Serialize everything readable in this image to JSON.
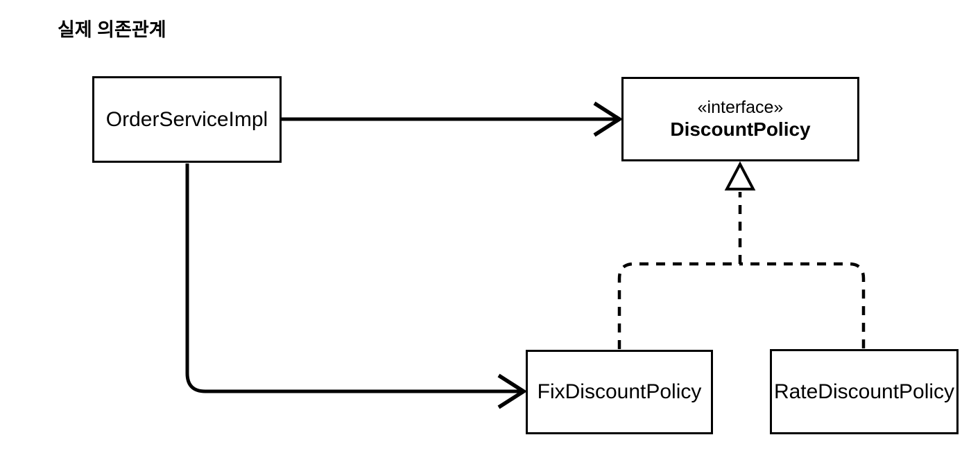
{
  "title": "실제 의존관계",
  "diagram": {
    "nodes": {
      "order_service_impl": {
        "label": "OrderServiceImpl"
      },
      "discount_policy": {
        "stereotype": "«interface»",
        "label": "DiscountPolicy"
      },
      "fix_discount_policy": {
        "label": "FixDiscountPolicy"
      },
      "rate_discount_policy": {
        "label": "RateDiscountPolicy"
      }
    },
    "edges": [
      {
        "from": "OrderServiceImpl",
        "to": "DiscountPolicy",
        "type": "dependency",
        "line": "solid",
        "arrowhead": "open-chevron"
      },
      {
        "from": "OrderServiceImpl",
        "to": "FixDiscountPolicy",
        "type": "dependency",
        "line": "solid",
        "arrowhead": "open-chevron"
      },
      {
        "from": "FixDiscountPolicy",
        "to": "DiscountPolicy",
        "type": "realization",
        "line": "dashed",
        "arrowhead": "hollow-triangle"
      },
      {
        "from": "RateDiscountPolicy",
        "to": "DiscountPolicy",
        "type": "realization",
        "line": "dashed",
        "arrowhead": "hollow-triangle"
      }
    ],
    "colors": {
      "line": "#000000",
      "background": "#ffffff",
      "node_fill": "#ffffff",
      "text": "#000000"
    }
  }
}
